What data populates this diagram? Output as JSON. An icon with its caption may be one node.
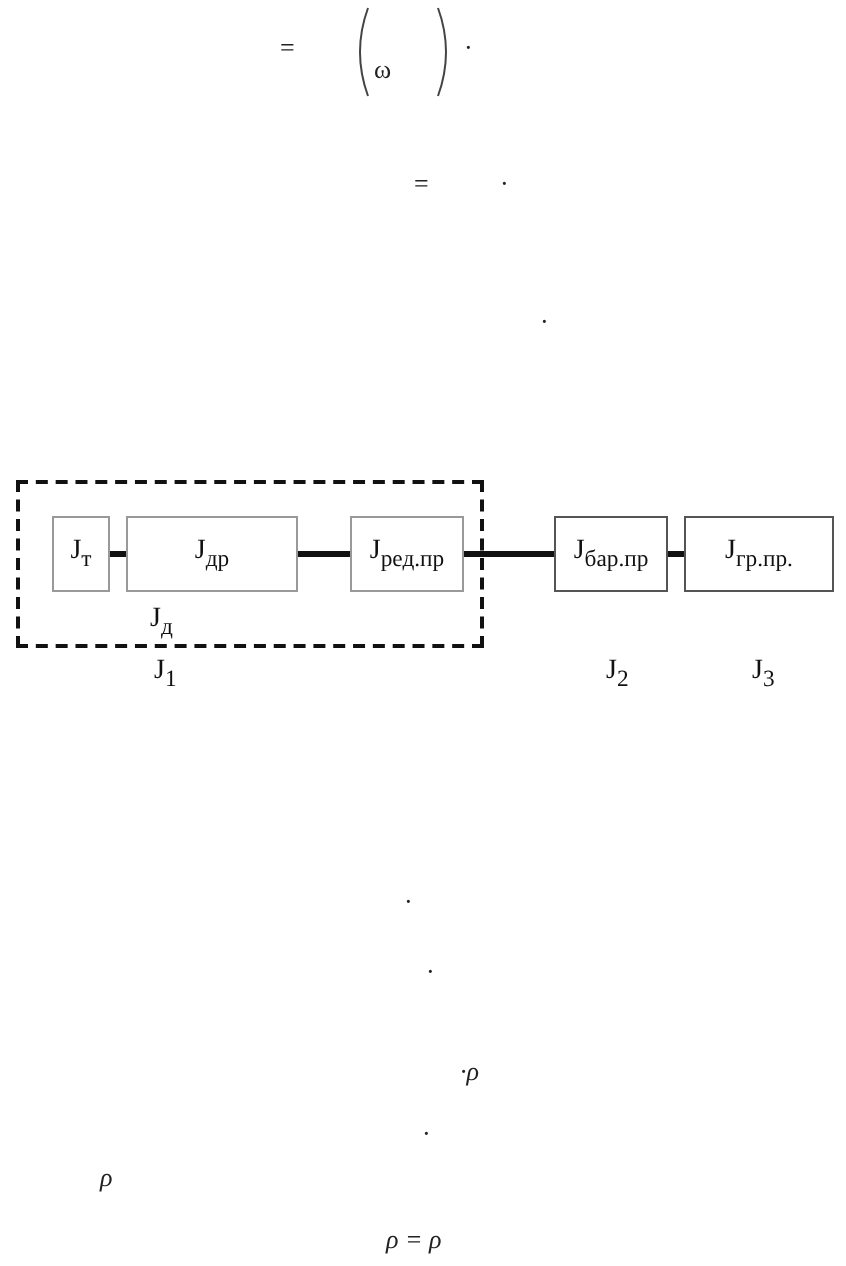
{
  "diagram": {
    "nodes": [
      {
        "text": [
          "J$_{д}$"
        ],
        "beside": [
          "J$_{1}$"
        ]
      },
      {
        "text": [
          "J$_{т}$"
        ],
        "in": 0
      },
      {
        "text": [
          "J$_{др}$"
        ],
        "in": 0
      },
      {
        "text": [
          "J$_{ред.пр}$"
        ],
        "in": 0
      },
      {
        "text": [
          "J$_{бар.пр}$"
        ],
        "beside": [
          "J$_{2}$"
        ]
      },
      {
        "text": [
          "J$_{гр.пр.}$"
        ],
        "beside": [
          "J$_{3}$"
        ]
      }
    ],
    "edges": [
      {
        "from": 1,
        "to": 2,
        "arrow": "none"
      },
      {
        "from": 2,
        "to": 3,
        "arrow": "none"
      },
      {
        "from": 3,
        "to": 4,
        "arrow": "none"
      },
      {
        "from": 4,
        "to": 5,
        "arrow": "none"
      }
    ],
    "labels": [
      "=",
      "ω",
      "·",
      "=",
      "·",
      "·",
      "·",
      "·",
      "·ρ",
      "·",
      "ρ",
      "ρ = ρ"
    ]
  }
}
